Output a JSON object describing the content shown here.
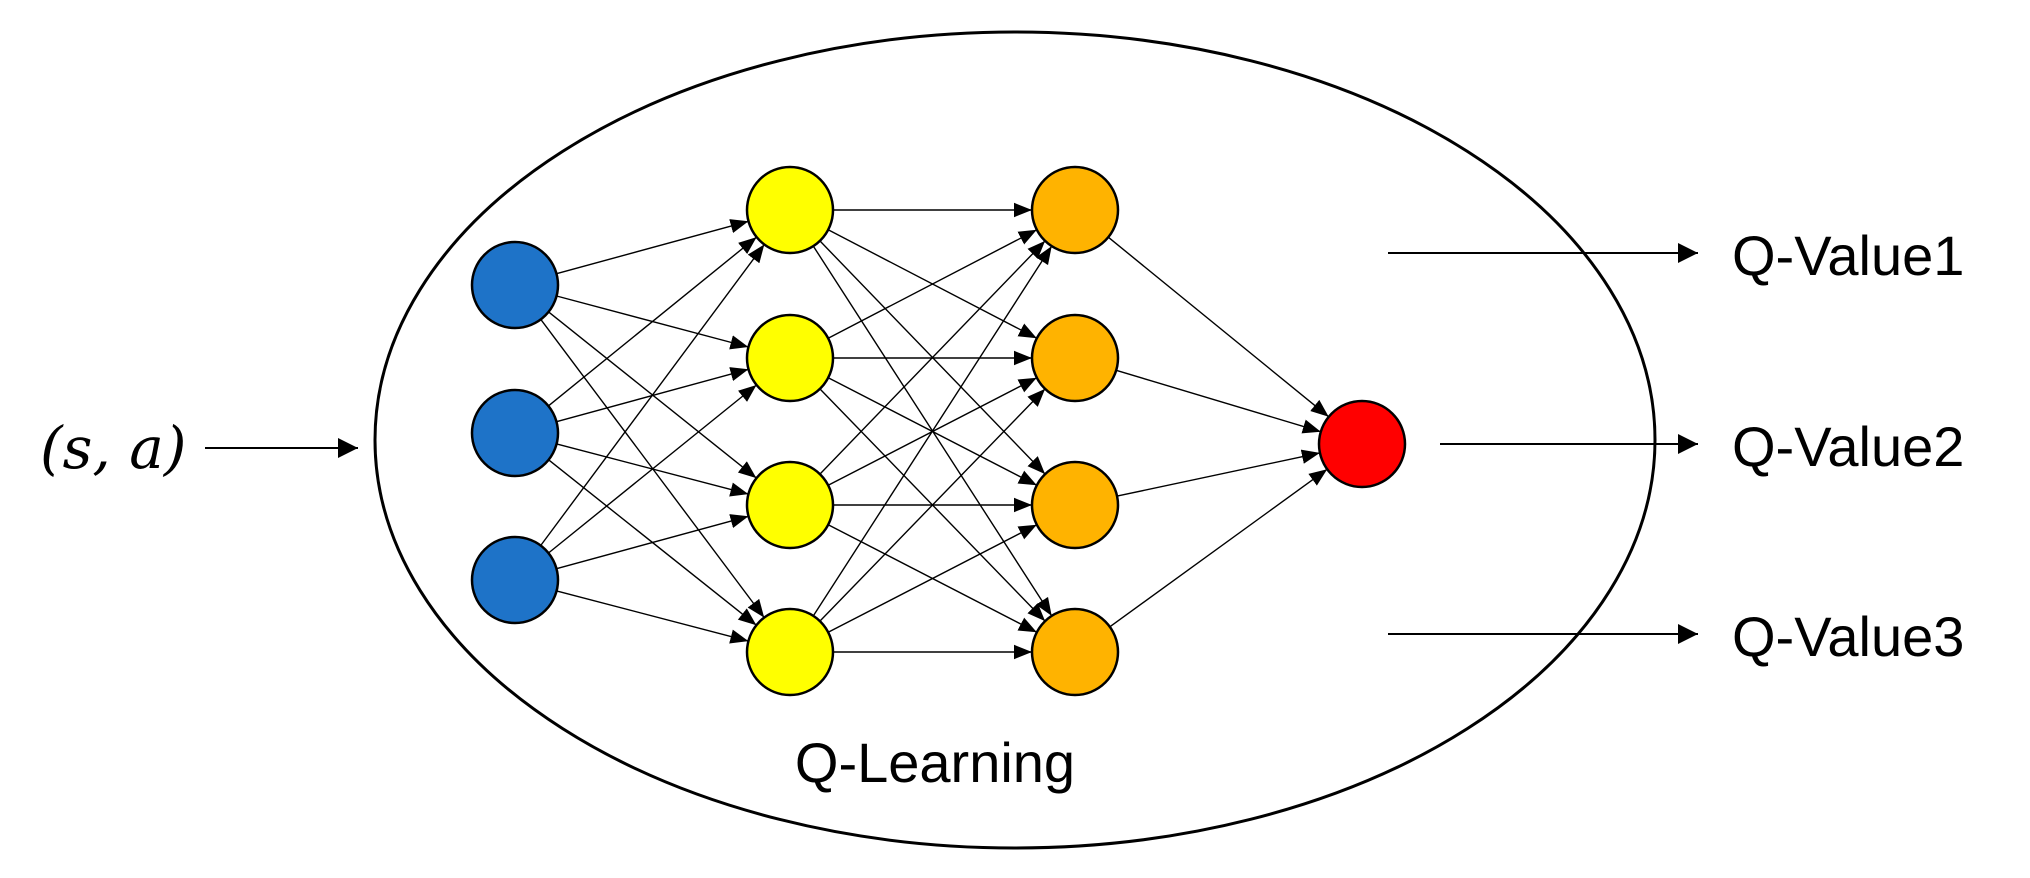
{
  "input_label": "(s, a)",
  "model_label": "Q-Learning",
  "outputs": [
    "Q-Value1",
    "Q-Value2",
    "Q-Value3"
  ],
  "layers": [
    {
      "count": 3,
      "color": "#1E73C8"
    },
    {
      "count": 4,
      "color": "#FFFF00"
    },
    {
      "count": 4,
      "color": "#FFB300"
    },
    {
      "count": 1,
      "color": "#FF0000"
    }
  ]
}
